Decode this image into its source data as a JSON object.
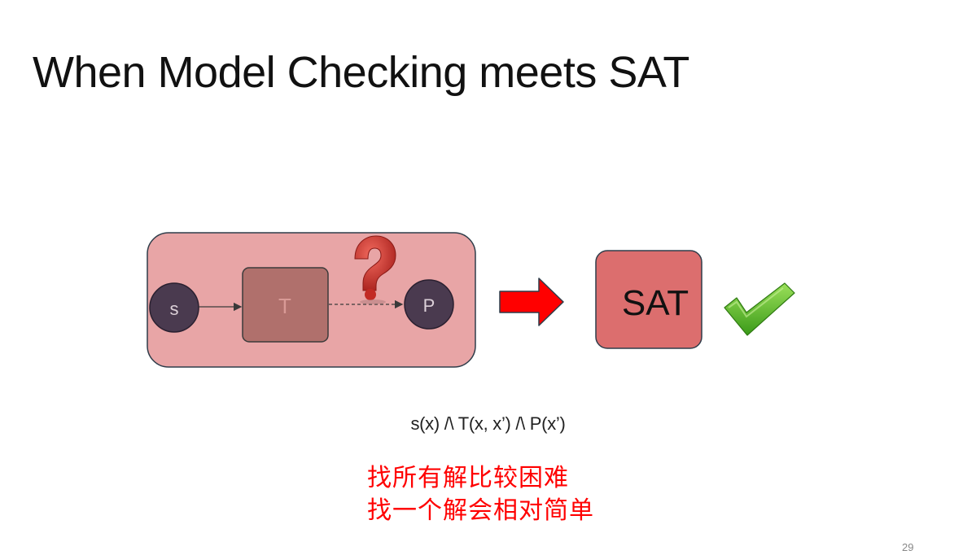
{
  "slide": {
    "title": "When Model Checking meets SAT",
    "page_number": "29"
  },
  "diagram": {
    "state_node": "s",
    "transition_node": "T",
    "property_node": "P",
    "solver_box": "SAT",
    "question_icon": "question-mark-icon",
    "arrow_icon": "right-arrow-icon",
    "check_icon": "checkmark-icon",
    "colors": {
      "outer_box": "#e8a5a6",
      "transition_box": "#b0706c",
      "nodes": "#4a3a4f",
      "sat_box": "#dc6e6e",
      "arrow": "#ff0000",
      "question": "#d9302a",
      "check": "#5cb82a"
    }
  },
  "formula": "s(x) /\\ T(x, x’) /\\ P(x’)",
  "notes": {
    "line1": "找所有解比较困难",
    "line2": "找一个解会相对简单"
  }
}
